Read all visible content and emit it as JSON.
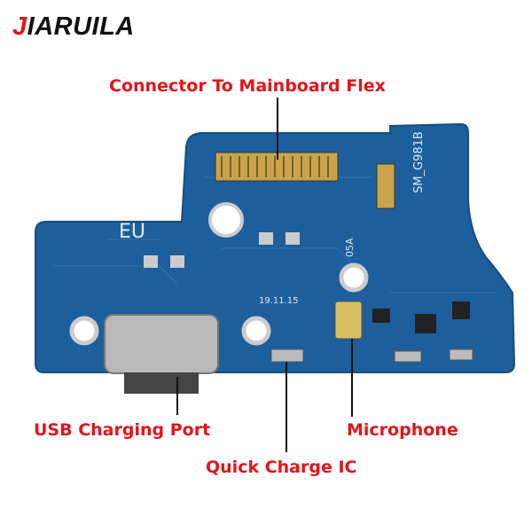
{
  "logo": {
    "first_letter": "J",
    "rest": "IARUILA"
  },
  "callouts": {
    "connector": "Connector To Mainboard Flex",
    "usb": "USB Charging Port",
    "microphone": "Microphone",
    "quick_charge": "Quick Charge IC"
  },
  "board_markings": {
    "region": "EU",
    "model": "SM_G981B",
    "code": "05A",
    "date": "19.11.15"
  },
  "colors": {
    "accent": "#e3141b",
    "board": "#1d5f9c",
    "metal": "#b9b9b9"
  }
}
